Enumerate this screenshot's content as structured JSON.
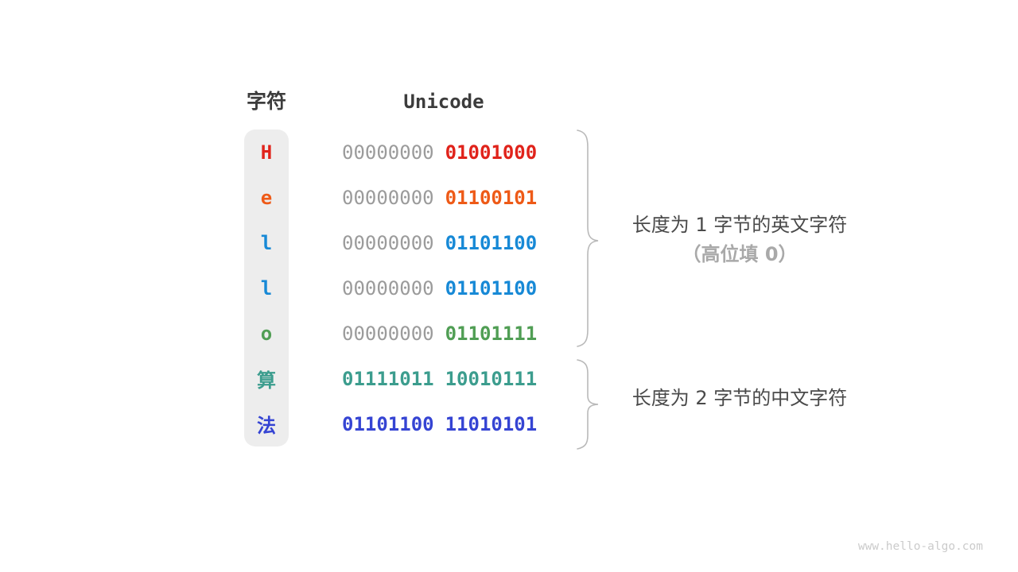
{
  "page": {
    "background": "#ffffff",
    "watermark": "www.hello-algo.com"
  },
  "headers": {
    "char": "字符",
    "unicode": "Unicode"
  },
  "rows": [
    {
      "char": "H",
      "byte1": "00000000",
      "byte2": "01001000",
      "color": "#e0231b",
      "byte1_color": "#9b9b9b"
    },
    {
      "char": "e",
      "byte1": "00000000",
      "byte2": "01100101",
      "color": "#ee5a17",
      "byte1_color": "#9b9b9b"
    },
    {
      "char": "l",
      "byte1": "00000000",
      "byte2": "01101100",
      "color": "#1789d6",
      "byte1_color": "#9b9b9b"
    },
    {
      "char": "l",
      "byte1": "00000000",
      "byte2": "01101100",
      "color": "#1789d6",
      "byte1_color": "#9b9b9b"
    },
    {
      "char": "o",
      "byte1": "00000000",
      "byte2": "01101111",
      "color": "#509e54",
      "byte1_color": "#9b9b9b"
    },
    {
      "char": "算",
      "byte1": "01111011",
      "byte2": "10010111",
      "color": "#3c9d8e",
      "byte1_color": "#3c9d8e"
    },
    {
      "char": "法",
      "byte1": "01101100",
      "byte2": "11010101",
      "color": "#3544d3",
      "byte1_color": "#3544d3"
    }
  ],
  "annotations": {
    "english": {
      "line1": "长度为 1 字节的英文字符",
      "line2": "（高位填 0）"
    },
    "chinese": {
      "line1": "长度为 2 字节的中文字符"
    }
  },
  "colors": {
    "red": "#e0231b",
    "orange": "#ee5a17",
    "blue": "#1789d6",
    "green": "#509e54",
    "teal": "#3c9d8e",
    "indigo": "#3544d3",
    "leading_zero_gray": "#9b9b9b",
    "header_text": "#3c3c3c",
    "annotation_text": "#4a4a4a",
    "annotation_muted": "#a9a9a9",
    "brace": "#b9b9b9",
    "char_column_bg": "#ededed",
    "watermark": "#cbcbcb"
  }
}
